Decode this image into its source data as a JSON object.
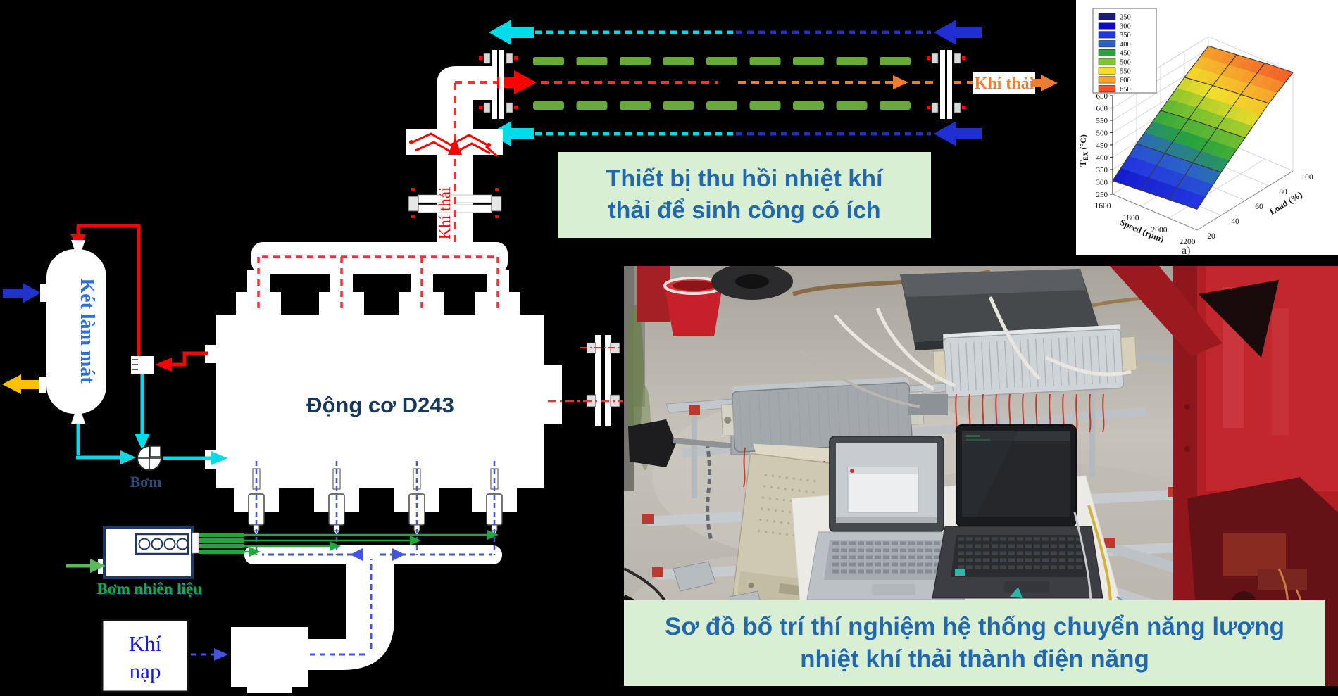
{
  "slide": {
    "background": "#000000"
  },
  "captions": {
    "heat_recovery": {
      "line1": "Thiết bị thu hồi nhiệt khí",
      "line2": "thải để sinh công có ích",
      "bg": "#d9efd3",
      "color": "#2268ae"
    },
    "experiment": {
      "line1": "Sơ đồ bố trí thí nghiệm hệ thống chuyển năng lượng",
      "line2": "nhiệt khí thải thành điện năng",
      "bg": "#d9efd3",
      "color": "#2268ae"
    }
  },
  "diagram": {
    "engine_label": "Động cơ D243",
    "radiator_label": "Két làm mát",
    "pump_label": "Bơm",
    "fuel_pump_label": "Bơm nhiên liệu",
    "intake_line1": "Khí",
    "intake_line2": "nạp",
    "exhaust_pipe_label": "Khí thải",
    "exhaust_out_label": "Khí thải",
    "colors": {
      "exhaust_red": "#fe0000",
      "exhaust_orange": "#ED7D31",
      "coolant_cold_cyan": "#00dde8",
      "coolant_in_blue": "#2233cc",
      "coolant_out_yellow": "#fec000",
      "fuel_green": "#1fa83c",
      "intake_blue": "#4455dd",
      "hx_fin_green": "#69a83d"
    }
  },
  "chart_data": {
    "type": "heatmap",
    "subtype": "3d-surface",
    "title": "",
    "xlabel": "Speed (rpm)",
    "ylabel": "Load (%)",
    "zlabel": {
      "main": "T",
      "sub": "EX",
      "rest": " (°C)"
    },
    "categories": [
      1600,
      1800,
      2000,
      2200
    ],
    "series": [
      {
        "name": "Load 20",
        "values": [
          305,
          315,
          325,
          335
        ]
      },
      {
        "name": "Load 40",
        "values": [
          395,
          405,
          415,
          425
        ]
      },
      {
        "name": "Load 60",
        "values": [
          470,
          485,
          495,
          505
        ]
      },
      {
        "name": "Load 80",
        "values": [
          545,
          560,
          572,
          585
        ]
      },
      {
        "name": "Load 100",
        "values": [
          612,
          625,
          640,
          650
        ]
      }
    ],
    "zlim": [
      250,
      650
    ],
    "zticks": [
      250,
      300,
      350,
      400,
      450,
      500,
      550,
      600,
      650
    ],
    "legend_levels": [
      250,
      300,
      350,
      400,
      450,
      500,
      550,
      600,
      650
    ],
    "legend_colors": [
      "#1b1b7a",
      "#0b0bc0",
      "#2336e0",
      "#2b62c9",
      "#28a33c",
      "#7fc32e",
      "#f2de2a",
      "#f5a22b",
      "#f2512b"
    ],
    "legend_position": "top-left",
    "grid": true
  },
  "figure_label": "a)"
}
